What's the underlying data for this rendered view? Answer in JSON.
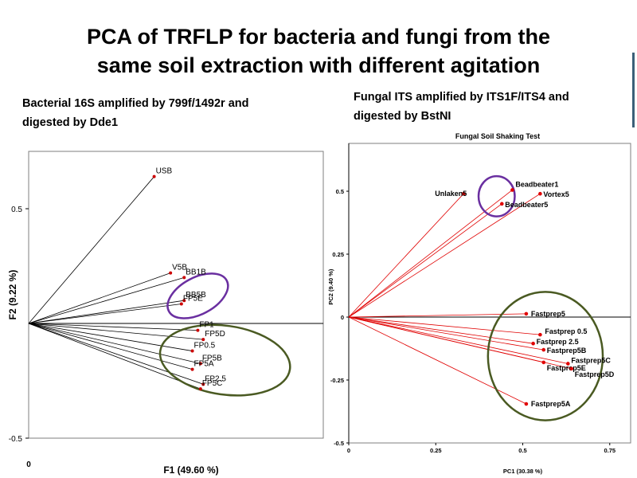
{
  "slide": {
    "title_line1": "PCA of TRFLP for bacteria and fungi from the",
    "title_line2": "same soil extraction with different agitation",
    "left_caption_line1": "Bacterial 16S amplified by 799f/1492r and",
    "left_caption_line2": "digested by Dde1",
    "right_caption_line1": "Fungal ITS amplified by ITS1F/ITS4 and",
    "right_caption_line2": "digested by BstNI"
  },
  "colors": {
    "purple_ellipse": "#6a2fa0",
    "green_ellipse": "#4a5a22",
    "fungal_point": "#e00000",
    "bacterial_point": "#cc0000"
  },
  "chart_data": [
    {
      "type": "scatter",
      "style": "biplot",
      "title": "",
      "xlabel": "F1 (49.60 %)",
      "ylabel": "F2 (9.22 %)",
      "xlim": [
        0,
        1.08
      ],
      "ylim": [
        -0.5,
        0.75
      ],
      "yticks": [
        0.5,
        -0.5
      ],
      "ytick_labels": [
        "0.5",
        "-0.5"
      ],
      "xticks": [
        0
      ],
      "xtick_labels": [
        "0"
      ],
      "points": [
        {
          "label": "USB",
          "x": 0.46,
          "y": 0.64
        },
        {
          "label": "V5B",
          "x": 0.52,
          "y": 0.22
        },
        {
          "label": "BB1B",
          "x": 0.57,
          "y": 0.2
        },
        {
          "label": "BB5B",
          "x": 0.57,
          "y": 0.1
        },
        {
          "label": "FP5E",
          "x": 0.56,
          "y": 0.085
        },
        {
          "label": "FP1",
          "x": 0.62,
          "y": -0.03
        },
        {
          "label": "FP5D",
          "x": 0.64,
          "y": -0.07
        },
        {
          "label": "FP0.5",
          "x": 0.6,
          "y": -0.12
        },
        {
          "label": "FP5B",
          "x": 0.63,
          "y": -0.175
        },
        {
          "label": "FP5A",
          "x": 0.6,
          "y": -0.2
        },
        {
          "label": "FP2.5",
          "x": 0.64,
          "y": -0.265
        },
        {
          "label": "FP5C",
          "x": 0.63,
          "y": -0.285
        }
      ],
      "ellipses": [
        {
          "group": "purple",
          "cx": 0.62,
          "cy": 0.12,
          "rx": 0.12,
          "ry": 0.08,
          "rotate": -28
        },
        {
          "group": "green",
          "cx": 0.72,
          "cy": -0.16,
          "rx": 0.24,
          "ry": 0.15,
          "rotate": 8
        }
      ]
    },
    {
      "type": "scatter",
      "style": "biplot",
      "title": "Fungal Soil Shaking Test",
      "xlabel": "PC1 (30.38 %)",
      "ylabel": "PC2 (9.40 %)",
      "xlim": [
        0,
        0.81
      ],
      "ylim": [
        -0.5,
        0.69
      ],
      "xticks": [
        0,
        0.25,
        0.5,
        0.75
      ],
      "xtick_labels": [
        "0",
        "0.25",
        "0.5",
        "0.75"
      ],
      "yticks": [
        0.5,
        0.25,
        0,
        -0.25,
        -0.5
      ],
      "ytick_labels": [
        "0.5",
        "0.25",
        "0",
        "-0.25",
        "-0.5"
      ],
      "points": [
        {
          "label": "Unlaken5",
          "x": 0.33,
          "y": 0.49
        },
        {
          "label": "Beadbeater1",
          "x": 0.47,
          "y": 0.505
        },
        {
          "label": "Vortex5",
          "x": 0.55,
          "y": 0.49
        },
        {
          "label": "Beadbeater5",
          "x": 0.44,
          "y": 0.45
        },
        {
          "label": "Fastprep5",
          "x": 0.51,
          "y": 0.013
        },
        {
          "label": "Fastprep 0.5",
          "x": 0.55,
          "y": -0.07
        },
        {
          "label": "Fastprep 2.5",
          "x": 0.53,
          "y": -0.105
        },
        {
          "label": "Fastprep5B",
          "x": 0.56,
          "y": -0.13
        },
        {
          "label": "Fastprep5C",
          "x": 0.63,
          "y": -0.185
        },
        {
          "label": "Fastprep5E",
          "x": 0.56,
          "y": -0.18
        },
        {
          "label": "Fastprep5D",
          "x": 0.64,
          "y": -0.205
        },
        {
          "label": "Fastprep5A",
          "x": 0.51,
          "y": -0.345
        }
      ],
      "ellipses": [
        {
          "group": "purple",
          "cx": 0.425,
          "cy": 0.48,
          "rx": 0.052,
          "ry": 0.08,
          "rotate": 0
        },
        {
          "group": "green",
          "cx": 0.565,
          "cy": -0.155,
          "rx": 0.165,
          "ry": 0.255,
          "rotate": 0
        }
      ]
    }
  ]
}
